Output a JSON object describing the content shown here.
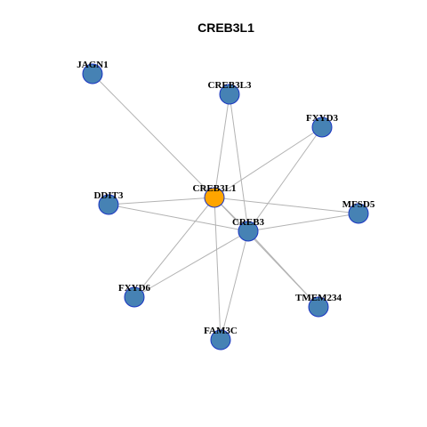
{
  "title": "CREB3L1",
  "colors": {
    "hub_fill": "#ffa500",
    "node_fill": "#4682b4",
    "node_border": "#1a35c2",
    "edge": "#b3b3b3"
  },
  "nodes": [
    {
      "id": "CREB3L1",
      "label": "CREB3L1",
      "type": "hub"
    },
    {
      "id": "JAGN1",
      "label": "JAGN1",
      "type": "neighbor"
    },
    {
      "id": "CREB3L3",
      "label": "CREB3L3",
      "type": "neighbor"
    },
    {
      "id": "FXYD3",
      "label": "FXYD3",
      "type": "neighbor"
    },
    {
      "id": "DDIT3",
      "label": "DDIT3",
      "type": "neighbor"
    },
    {
      "id": "MFSD5",
      "label": "MFSD5",
      "type": "neighbor"
    },
    {
      "id": "CREB3",
      "label": "CREB3",
      "type": "neighbor"
    },
    {
      "id": "FXYD6",
      "label": "FXYD6",
      "type": "neighbor"
    },
    {
      "id": "TMEM234",
      "label": "TMEM234",
      "type": "neighbor"
    },
    {
      "id": "FAM3C",
      "label": "FAM3C",
      "type": "neighbor"
    }
  ],
  "edges": [
    [
      "CREB3L1",
      "JAGN1"
    ],
    [
      "CREB3L1",
      "CREB3L3"
    ],
    [
      "CREB3L1",
      "FXYD3"
    ],
    [
      "CREB3L1",
      "DDIT3"
    ],
    [
      "CREB3L1",
      "MFSD5"
    ],
    [
      "CREB3L1",
      "CREB3"
    ],
    [
      "CREB3L1",
      "FXYD6"
    ],
    [
      "CREB3L1",
      "TMEM234"
    ],
    [
      "CREB3L1",
      "FAM3C"
    ],
    [
      "CREB3",
      "CREB3L3"
    ],
    [
      "CREB3",
      "FXYD3"
    ],
    [
      "CREB3",
      "DDIT3"
    ],
    [
      "CREB3",
      "MFSD5"
    ],
    [
      "CREB3",
      "FXYD6"
    ],
    [
      "CREB3",
      "TMEM234"
    ],
    [
      "CREB3",
      "FAM3C"
    ]
  ]
}
